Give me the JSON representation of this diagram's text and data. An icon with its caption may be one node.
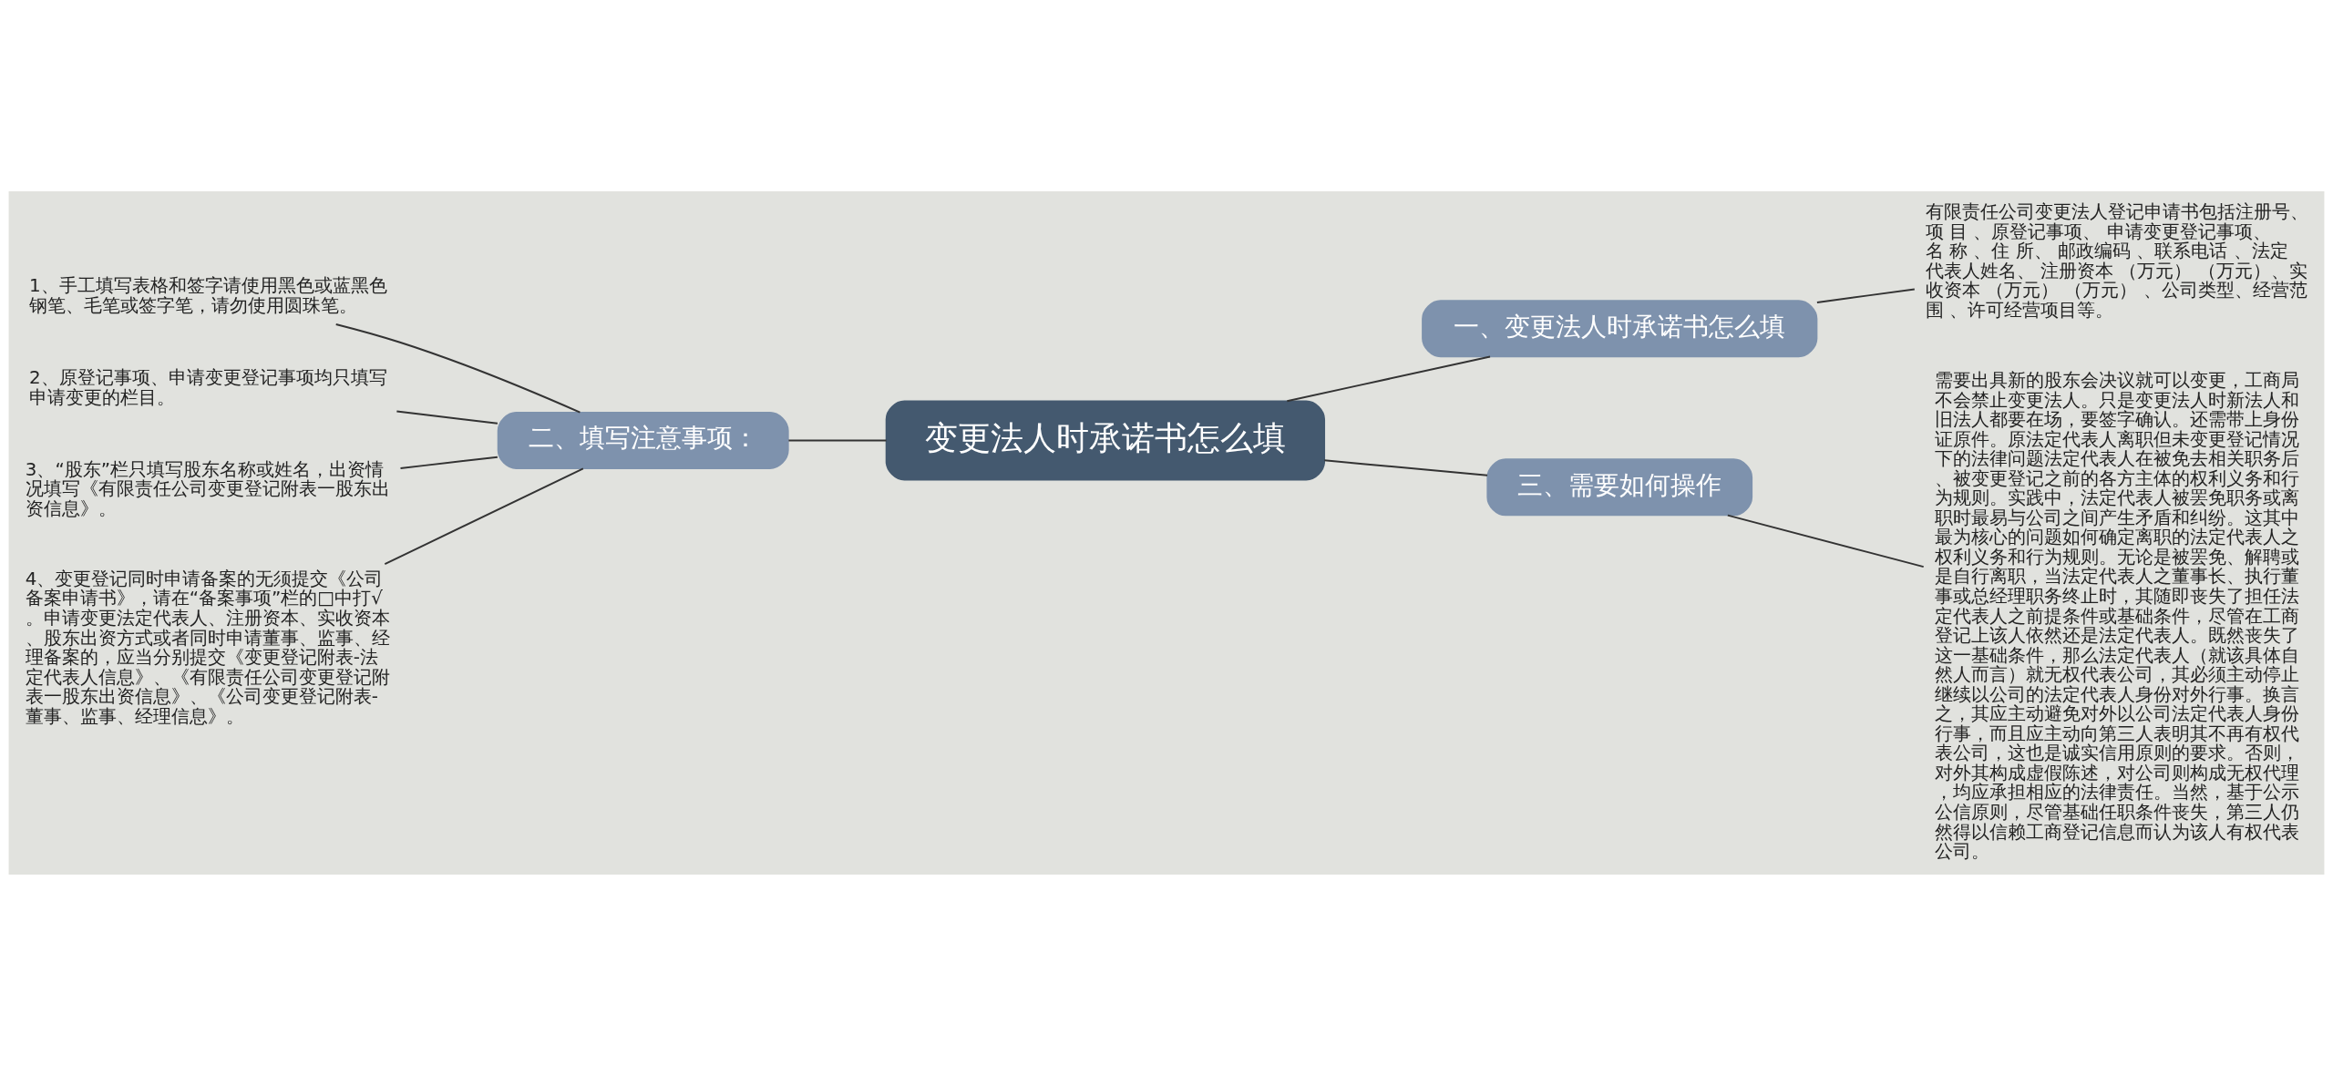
{
  "diagram": {
    "nodes": [
      {
        "text": [
          "变更法人时承诺书怎么填"
        ]
      },
      {
        "text": [
          "一、变更法人时承诺书怎么填"
        ]
      },
      {
        "text": [
          "有限责任公司变更法人登记申请书包括注册号、项 目 、原登记事项、 申请变更登记事项、名 称 、住 所、 邮政编码 、联系电话 、法定代表人姓名、 注册资本 （万元） （万元）、实收资本 （万元） （万元） 、公司类型、经营范围 、许可经营项目等。"
        ]
      },
      {
        "text": [
          "二、填写注意事项："
        ]
      },
      {
        "text": [
          "1、手工填写表格和签字请使用黑色或蓝黑色钢笔、毛笔或签字笔，请勿使用圆珠笔。"
        ]
      },
      {
        "text": [
          "2、原登记事项、申请变更登记事项均只填写申请变更的栏目。"
        ]
      },
      {
        "text": [
          "3、“股东”栏只填写股东名称或姓名，出资情况填写《有限责任公司变更登记附表一股东出资信息》。"
        ]
      },
      {
        "text": [
          "4、变更登记同时申请备案的无须提交《公司备案申请书》，请在“备案事项”栏的□中打√。申请变更法定代表人、注册资本、实收资本、股东出资方式或者同时申请董事、监事、经理备案的，应当分别提交《变更登记附表-法定代表人信息》、《有限责任公司变更登记附表一股东出资信息》、《公司变更登记附表-董事、监事、经理信息》。"
        ]
      },
      {
        "text": [
          "三、需要如何操作"
        ]
      },
      {
        "text": [
          "需要出具新的股东会决议就可以变更，工商局不会禁止变更法人。只是变更法人时新法人和旧法人都要在场，要签字确认。还需带上身份证原件。原法定代表人离职但未变更登记情况下的法律问题法定代表人在被免去相关职务后、被变更登记之前的各方主体的权利义务和行为规则。实践中，法定代表人被罢免职务或离职时最易与公司之间产生矛盾和纠纷。这其中最为核心的问题如何确定离职的法定代表人之权利义务和行为规则。无论是被罢免、解聘或是自行离职，当法定代表人之董事长、执行董事或总经理职务终止时，其随即丧失了担任法定代表人之前提条件或基础条件，尽管在工商登记上该人依然还是法定代表人。既然丧失了这一基础条件，那么法定代表人（就该具体自然人而言）就无权代表公司，其必须主动停止继续以公司的法定代表人身份对外行事。换言之，其应主动避免对外以公司法定代表人身份行事，而且应主动向第三人表明其不再有权代表公司，这也是诚实信用原则的要求。否则，对外其构成虚假陈述，对公司则构成无权代理，均应承担相应的法律责任。当然，基于公示公信原则，尽管基础任职条件丧失，第三人仍然得以信赖工商登记信息而认为该人有权代表公司。"
        ]
      }
    ],
    "edges": [
      {
        "from": 0,
        "to": 1,
        "arrow": "none"
      },
      {
        "from": 1,
        "to": 2,
        "arrow": "none"
      },
      {
        "from": 0,
        "to": 3,
        "arrow": "none"
      },
      {
        "from": 3,
        "to": 4,
        "arrow": "none"
      },
      {
        "from": 3,
        "to": 5,
        "arrow": "none"
      },
      {
        "from": 3,
        "to": 6,
        "arrow": "none"
      },
      {
        "from": 3,
        "to": 7,
        "arrow": "none"
      },
      {
        "from": 0,
        "to": 8,
        "arrow": "none"
      },
      {
        "from": 8,
        "to": 9,
        "arrow": "none"
      }
    ]
  }
}
